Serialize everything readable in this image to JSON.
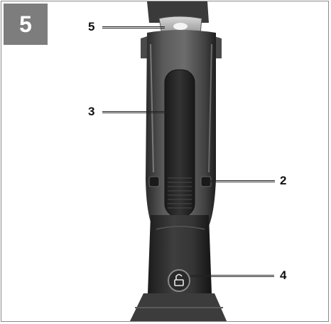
{
  "figure": {
    "number": "5"
  },
  "callouts": [
    {
      "label": "5",
      "part": "work-light"
    },
    {
      "label": "3",
      "part": "grip-area"
    },
    {
      "label": "2",
      "part": "side-lock-button"
    },
    {
      "label": "4",
      "part": "unlock-button"
    }
  ]
}
